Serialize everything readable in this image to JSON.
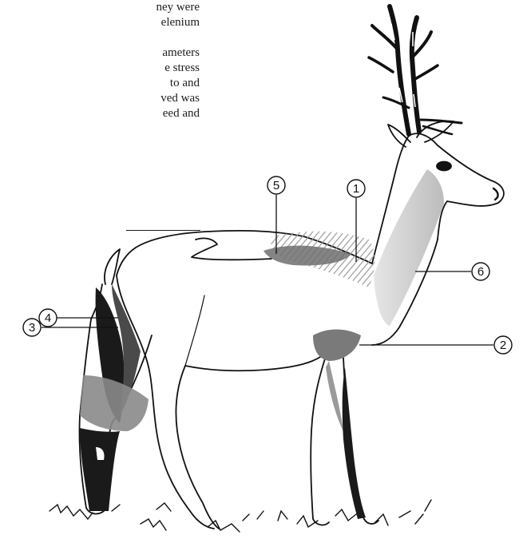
{
  "text_fragments": {
    "lines_a": [
      "ney were",
      "elenium"
    ],
    "lines_b": [
      "ameters",
      "e stress",
      "to  and",
      "ved was",
      "eed  and"
    ]
  },
  "markers": [
    {
      "label": "1",
      "muscle_color": "#bdbdbd"
    },
    {
      "label": "2",
      "muscle_color": "#6a6a6a"
    },
    {
      "label": "3",
      "muscle_color": "#1e1e1e"
    },
    {
      "label": "4",
      "muscle_color": "#1e1e1e"
    },
    {
      "label": "5",
      "muscle_color": "#8a8a8a"
    },
    {
      "label": "6",
      "muscle_color": "#3a3a3a"
    }
  ],
  "colors": {
    "ink": "#111111",
    "light_shade": "#cfcfcf",
    "mid_shade": "#8c8c8c",
    "dark_shade": "#2a2a2a"
  }
}
